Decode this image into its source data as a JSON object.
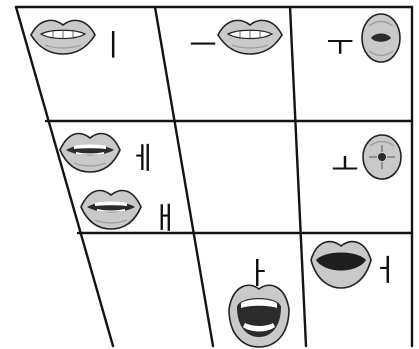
{
  "chart_data": {
    "type": "table",
    "title": "",
    "rows": 3,
    "columns": 3,
    "cells": [
      {
        "id": "i",
        "vowel": "ㅣ",
        "mouth": "spread-teeth"
      },
      {
        "id": "eu",
        "vowel": "ㅡ",
        "mouth": "spread-teeth"
      },
      {
        "id": "u",
        "vowel": "ㅜ",
        "mouth": "rounded-small"
      },
      {
        "id": "e",
        "vowel": "ㅔ",
        "mouth": "half-open-teeth"
      },
      {
        "id": "ae",
        "vowel": "ㅐ",
        "mouth": "half-open-teeth"
      },
      {
        "id": "o",
        "vowel": "ㅗ",
        "mouth": "rounded-tight"
      },
      {
        "id": "a",
        "vowel": "ㅏ",
        "mouth": "wide-open"
      },
      {
        "id": "eo",
        "vowel": "ㅓ",
        "mouth": "open-dark"
      }
    ]
  },
  "colors": {
    "line": "#141414",
    "lip_fill": "#c9c9c9",
    "lip_shade": "#9a9a9a",
    "mouth_dark": "#2b2b2b",
    "teeth": "#ffffff",
    "background": "#ffffff"
  }
}
